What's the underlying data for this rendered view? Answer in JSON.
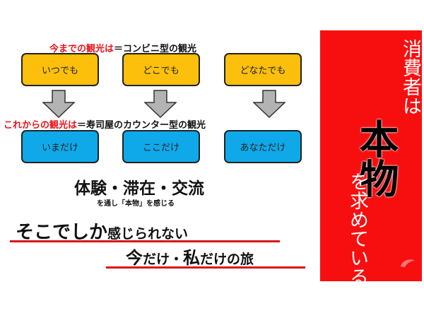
{
  "top_heading": {
    "red": "今までの観光は",
    "rest": "＝コンビニ型の観光"
  },
  "top_boxes": [
    "いつでも",
    "どこでも",
    "どなたでも"
  ],
  "middle_heading": {
    "red": "これからの観光は",
    "rest": "＝寿司屋のカウンター型の観光"
  },
  "bottom_boxes": [
    "いまだけ",
    "ここだけ",
    "あなただけ"
  ],
  "keywords": "体験・滞在・交流",
  "keywords_sub": "を通し「本物」を感じる",
  "slogan1": {
    "large": "そこでしか",
    "small": "感じられない"
  },
  "slogan2": {
    "a": "今",
    "b": "だけ・",
    "c": "私",
    "d": "だけの旅"
  },
  "panel": {
    "line1": "消費者は",
    "emphasis": "本物",
    "line3": "を求めている"
  },
  "colors": {
    "orange": "#fbbf0c",
    "blue": "#0fa9ea",
    "red": "#f70f10",
    "underline": "#d9141c",
    "arrow": "#b3b3b3"
  }
}
